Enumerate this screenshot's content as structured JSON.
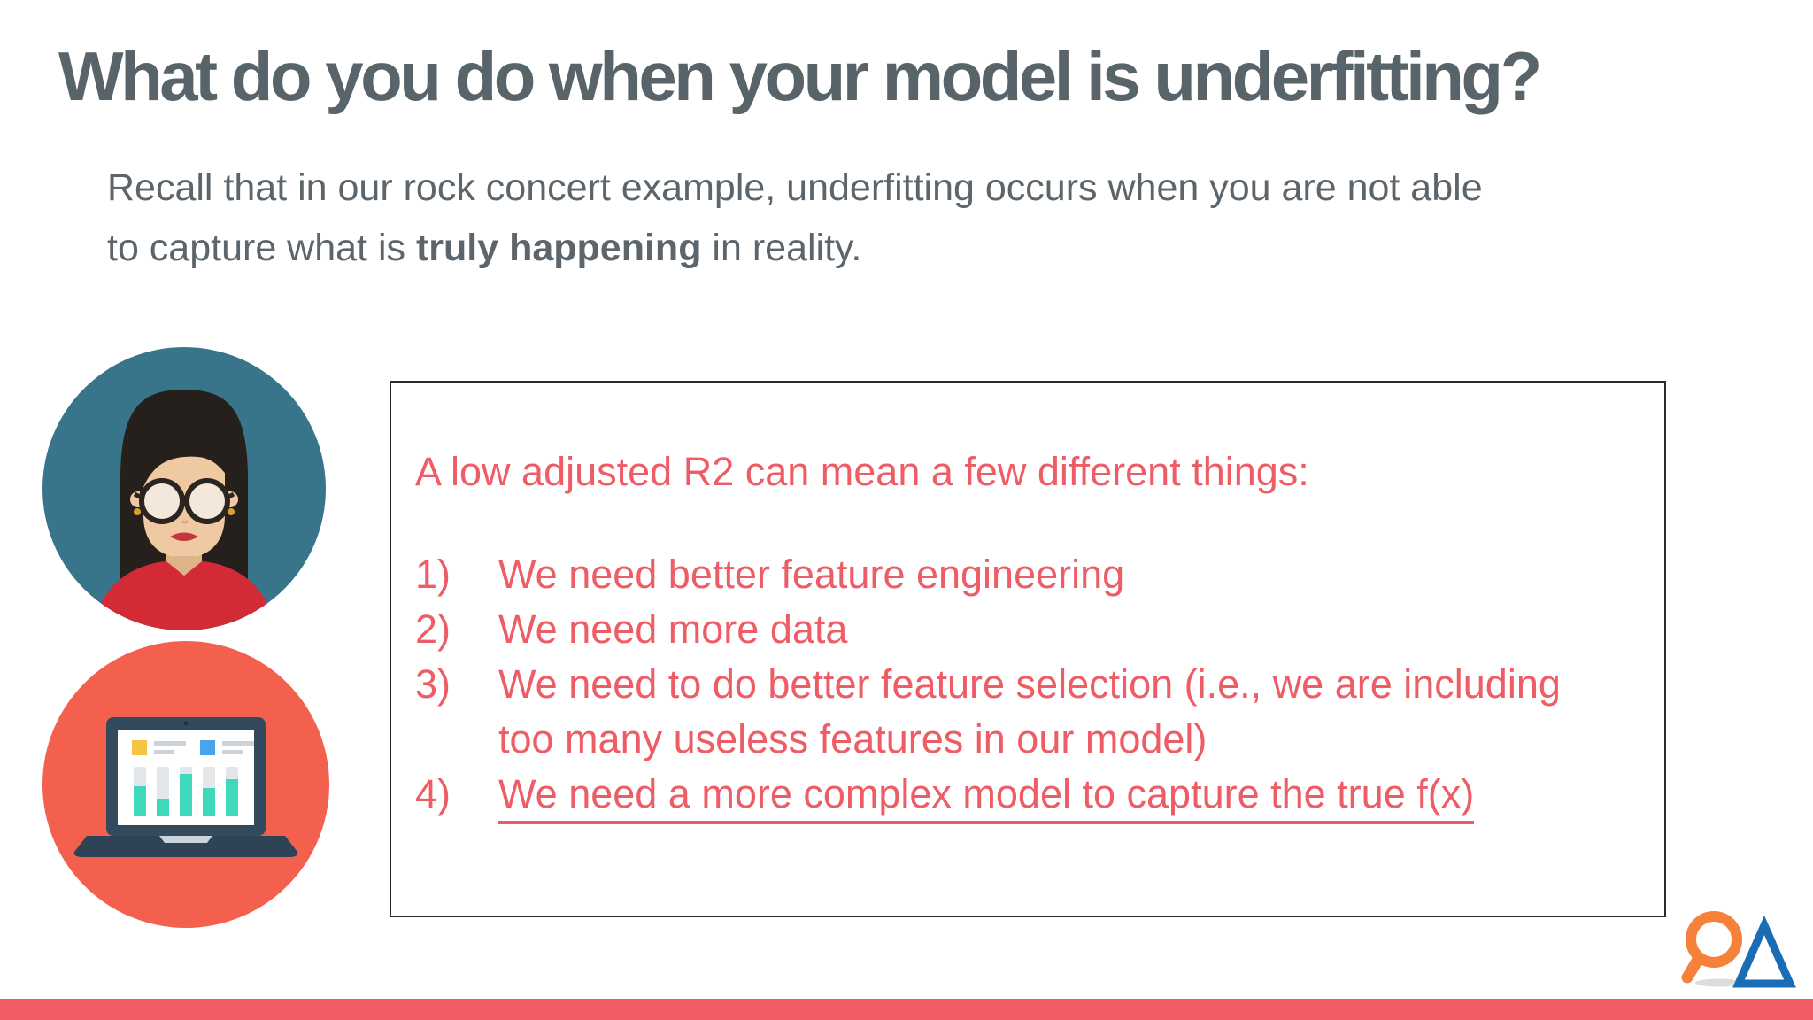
{
  "slide": {
    "title": "What do you do when your model is underfitting?",
    "subtitle": {
      "line1": "Recall that in our rock concert example, underfitting occurs when you are not able",
      "line2_pre": "to capture what is ",
      "line2_bold": "truly happening",
      "line2_post": " in reality."
    },
    "box": {
      "heading": "A low adjusted R2 can mean a few different things:",
      "items": [
        {
          "num": "1)",
          "text": "We need better feature engineering"
        },
        {
          "num": "2)",
          "text": "We need more data"
        },
        {
          "num": "3)",
          "text": "We need to do better feature selection (i.e., we are including too many useless features in our model)"
        },
        {
          "num": "4)",
          "text": "We need a more complex model to capture the true f(x)"
        }
      ]
    },
    "icons": {
      "woman_avatar": "woman-analyst-avatar",
      "laptop_avatar": "laptop-bar-chart-avatar",
      "logo": "magnifier-and-triangle-logo"
    },
    "colors": {
      "title_text": "#59636a",
      "body_text": "#5b656b",
      "accent_red_text": "#ee5c66",
      "bottom_bar": "#f15d63",
      "box_border": "#2b2b2b",
      "woman_circle_bg": "#38758a",
      "laptop_circle_bg": "#f4604e",
      "laptop_body": "#334a5c",
      "chart_bar_teal": "#3ed9ba",
      "legend_yellow": "#f6c445",
      "legend_blue": "#4ba3e9",
      "logo_orange": "#f5813a",
      "logo_blue": "#1a6cb5"
    }
  }
}
